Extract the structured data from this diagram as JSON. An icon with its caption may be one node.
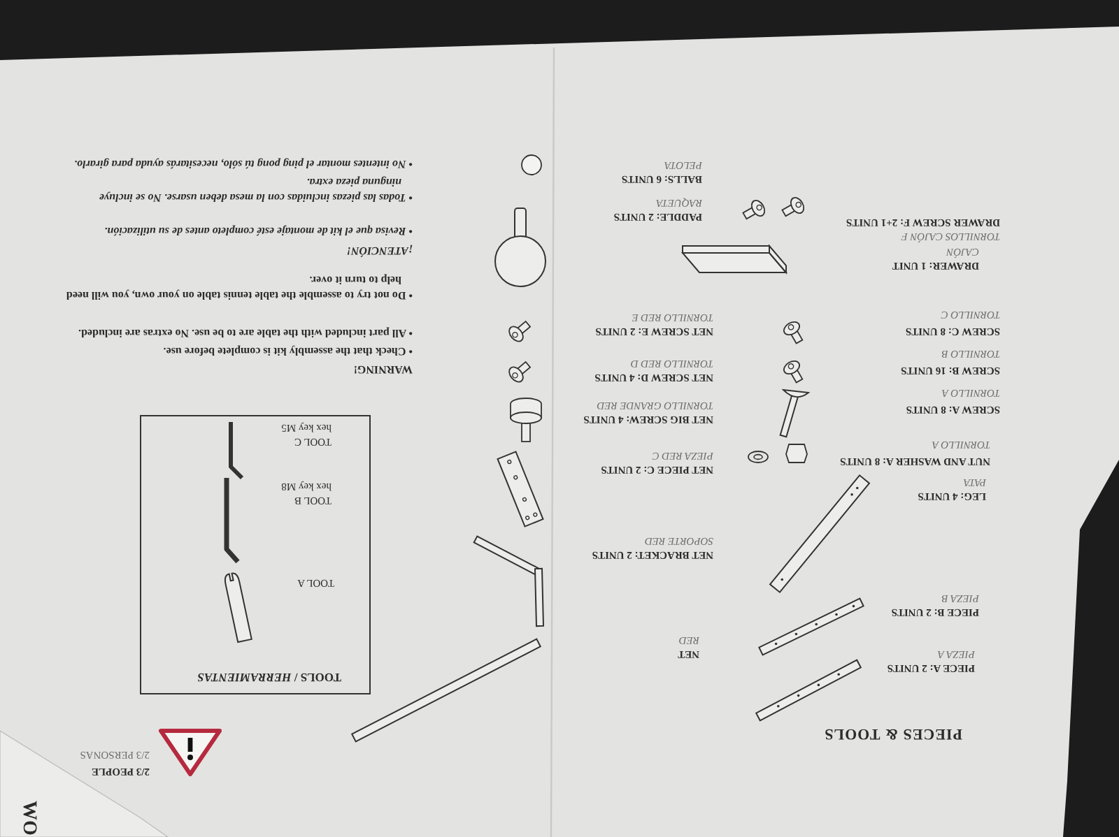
{
  "diagram": {
    "title": "PIECES & TOOLS",
    "nodes": [
      {
        "text": [
          "TOOLS / *HERRAMIENTAS*",
          "TOOL A",
          "TOOL B",
          "hex key M8",
          "TOOL C",
          "hex key M5"
        ]
      }
    ],
    "labels": [
      "2/3 PEOPLE",
      "2/3 PERSONAS",
      "PIECE A: 2 UNITS",
      "PIEZA A",
      "NET",
      "RED",
      "PIECE B: 2 UNITS",
      "PIEZA B",
      "NET BRACKET: 2 UNITS",
      "SOPORTE RED",
      "LEG: 4 UNITS",
      "PATA",
      "NET PIECE C: 2 UNITS",
      "PIEZA RED C",
      "NUT AND WASHER A: 8 UNITS",
      "TORNILLO A",
      "NET BIG SCREW: 4 UNITS",
      "TORNILLO GRANDE RED",
      "SCREW A: 8 UNITS",
      "TORNILLO A",
      "NET SCREW D: 4 UNITS",
      "TORNILLO RED D",
      "SCREW B: 16 UNITS",
      "TORNILLO B",
      "NET SCREW E: 2 UNITS",
      "TORNILLO RED E",
      "SCREW C: 8 UNITS",
      "TORNILLO C",
      "WARNING!",
      "• Check that the assembly kit is complete before use.",
      "• All part included with the table are to be use. No extras are included.",
      "• Do not try to assemble the table tennis table on your own, you will need help to turn it over.",
      "DRAWER: 1 UNIT",
      "CAJÓN",
      "¡ATENCIÓN!",
      "TORNILLOS CAJÓN F",
      "DRAWER SCREW F: 2+1 UNITS",
      "PADDLE: 2 UNITS",
      "RAQUETA",
      "• Revisa que el kit de montaje esté completo antes de su utilización.",
      "• Todas las piezas incluidas con la mesa deben usarse. No se incluye ninguna pieza extra.",
      "• No intentes montar el ping pong tú sólo, necesitarás ayuda para girarlo.",
      "BALLS: 6 UNITS",
      "PELOTA",
      "WO"
    ]
  }
}
